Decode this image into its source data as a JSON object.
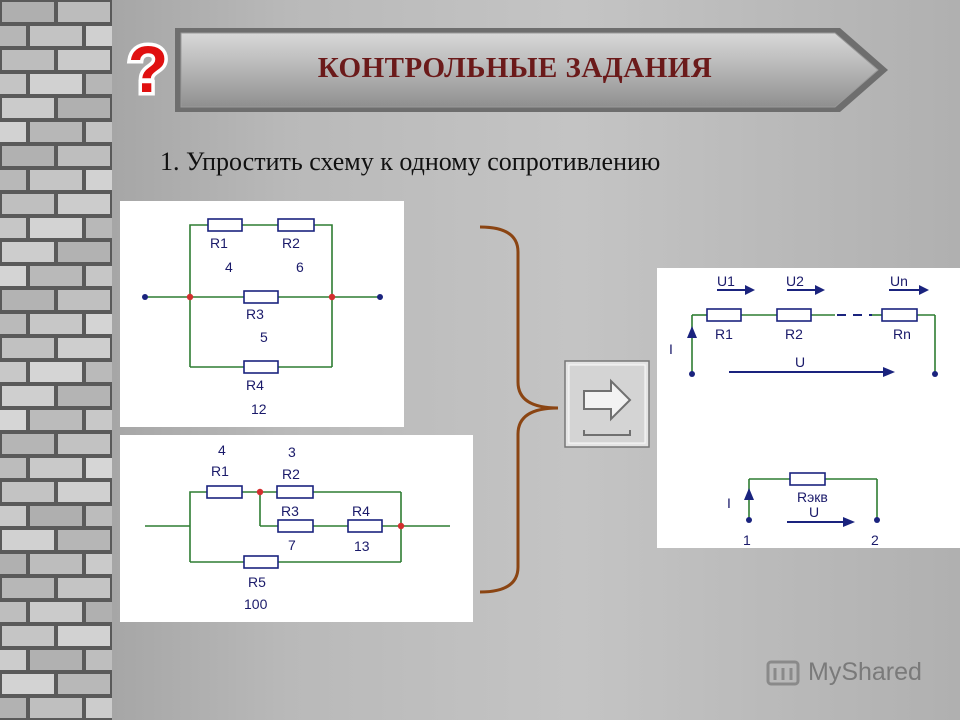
{
  "title": "КОНТРОЛЬНЫЕ ЗАДАНИЯ",
  "question_mark": "?",
  "task_text": "1. Упростить схему к одному сопротивлению",
  "circuit1": {
    "r1": "R1",
    "r1_val": "4",
    "r2": "R2",
    "r2_val": "6",
    "r3": "R3",
    "r3_val": "5",
    "r4": "R4",
    "r4_val": "12"
  },
  "circuit2": {
    "r1": "R1",
    "r1_val": "4",
    "r2": "R2",
    "r2_val": "3",
    "r3": "R3",
    "r3_val": "7",
    "r4": "R4",
    "r4_val": "13",
    "r5": "R5",
    "r5_val": "100"
  },
  "series": {
    "u1": "U1",
    "u2": "U2",
    "un": "Un",
    "r1": "R1",
    "r2": "R2",
    "rn": "Rn",
    "i": "I",
    "u": "U"
  },
  "equivalent": {
    "i": "I",
    "req": "Rэкв",
    "u": "U",
    "node1": "1",
    "node2": "2"
  },
  "watermark": "MyShared",
  "colors": {
    "wire": "#2e7d32",
    "resistor": "#1a237e",
    "node": "#d32f2f",
    "brace": "#8b4513",
    "title": "#6b1a1a"
  }
}
